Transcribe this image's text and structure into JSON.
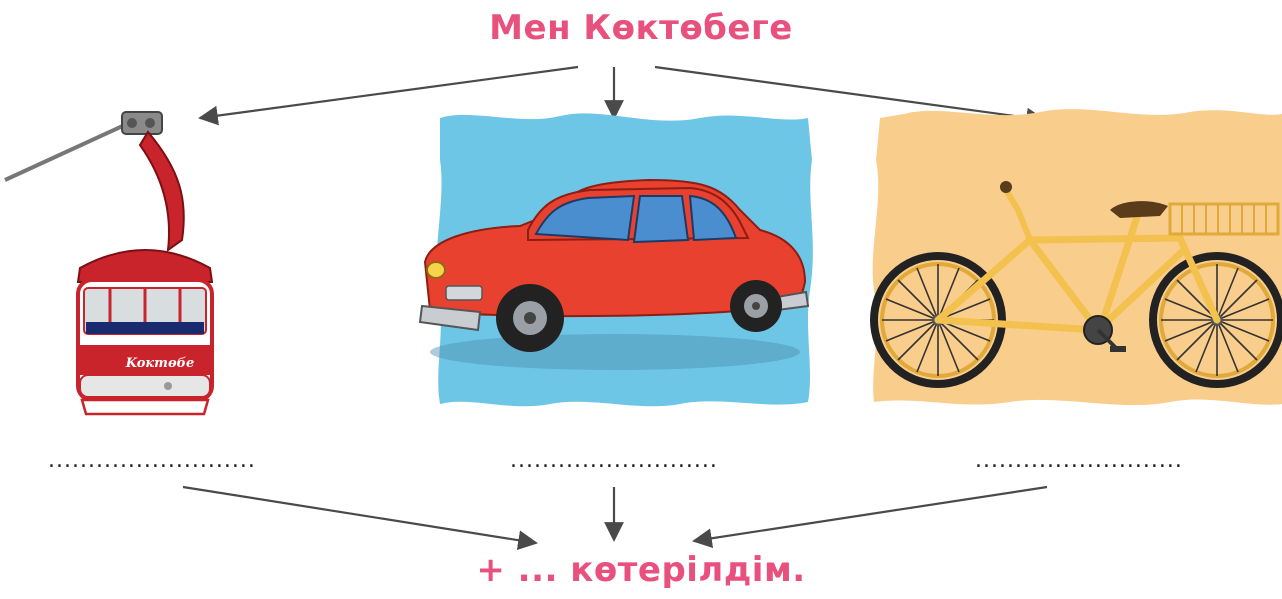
{
  "colors": {
    "accent": "#e8507d",
    "arrow": "#4a4a4a",
    "sky": "#6ec6e6",
    "sand": "#f9cd8c",
    "cabin_red": "#c9232b",
    "car_red": "#e8412f",
    "bike_yellow": "#f2c14e"
  },
  "header": {
    "title": "Мен Көктөбеге"
  },
  "images": [
    {
      "subject": "cable-car",
      "sign_text": "Koктөбе"
    },
    {
      "subject": "car"
    },
    {
      "subject": "bicycle"
    }
  ],
  "blanks": [
    "..........................",
    "..........................",
    ".........................."
  ],
  "footer": {
    "text": "+ ... көтерілдім."
  }
}
